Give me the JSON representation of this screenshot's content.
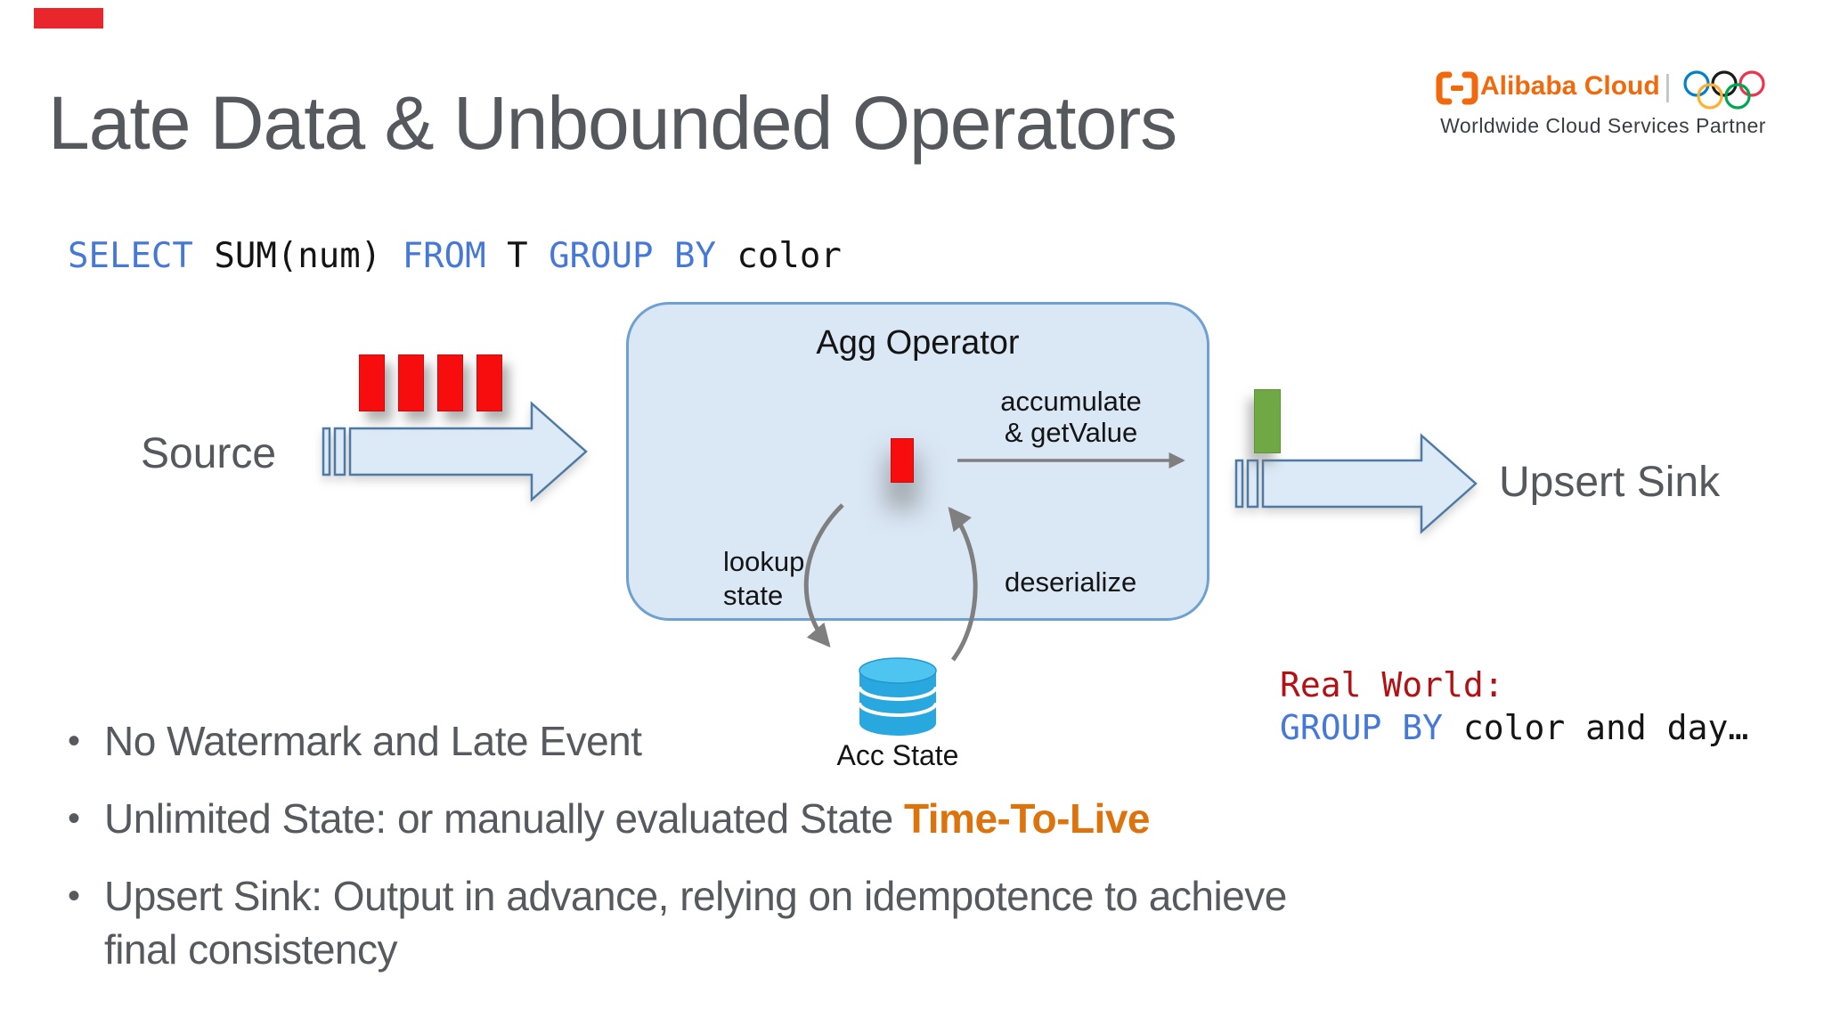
{
  "title": "Late Data & Unbounded Operators",
  "logo": {
    "brand": "Alibaba Cloud",
    "divider": "|",
    "tagline": "Worldwide Cloud Services Partner"
  },
  "sql": {
    "select": "SELECT ",
    "sum": "SUM(num) ",
    "from": "FROM ",
    "t": "T ",
    "groupby": "GROUP BY ",
    "color": "color"
  },
  "diagram": {
    "source": "Source",
    "agg_title": "Agg Operator",
    "accumulate": "accumulate",
    "getvalue": "& getValue",
    "lookup": "lookup",
    "state": "state",
    "deserialize": "deserialize",
    "acc_state": "Acc State",
    "upsert_sink": "Upsert Sink"
  },
  "real_world": {
    "heading": "Real World:",
    "keyword": "GROUP BY ",
    "rest": "color and day…"
  },
  "bullets": [
    {
      "marker": "•",
      "text": "No Watermark and Late Event",
      "highlight": ""
    },
    {
      "marker": "•",
      "text": "Unlimited State: or manually evaluated State ",
      "highlight": "Time-To-Live"
    },
    {
      "marker": "•",
      "text": "Upsert Sink: Output in advance, relying on idempotence to achieve final consistency",
      "highlight": ""
    }
  ],
  "colors": {
    "title_gray": "#55585C",
    "keyword_blue": "#4678D8",
    "dark_red": "#B01216",
    "ttl_orange": "#DD730C",
    "alibaba_orange": "#F2690C",
    "event_red": "#F70D0D",
    "event_green": "#6FA844",
    "arrow_fill": "#DCE9F6",
    "arrow_stroke": "#4E7AA3",
    "box_fill": "#DAE7F5",
    "box_stroke": "#6FA0D2",
    "db_blue": "#29A8E0",
    "cycle_gray": "#7F7F7F",
    "marker_red": "#E8262C"
  }
}
